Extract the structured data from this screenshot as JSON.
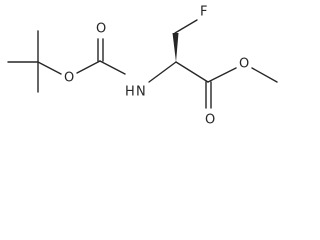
{
  "structure": {
    "atoms": {
      "fluorine": "F",
      "amide_nitrogen": "N",
      "amide_hydrogen": "H",
      "ether_oxygen_boc": "O",
      "carbonyl_oxygen_boc": "O",
      "ester_oxygen": "O",
      "carbonyl_oxygen_ester": "O"
    }
  }
}
